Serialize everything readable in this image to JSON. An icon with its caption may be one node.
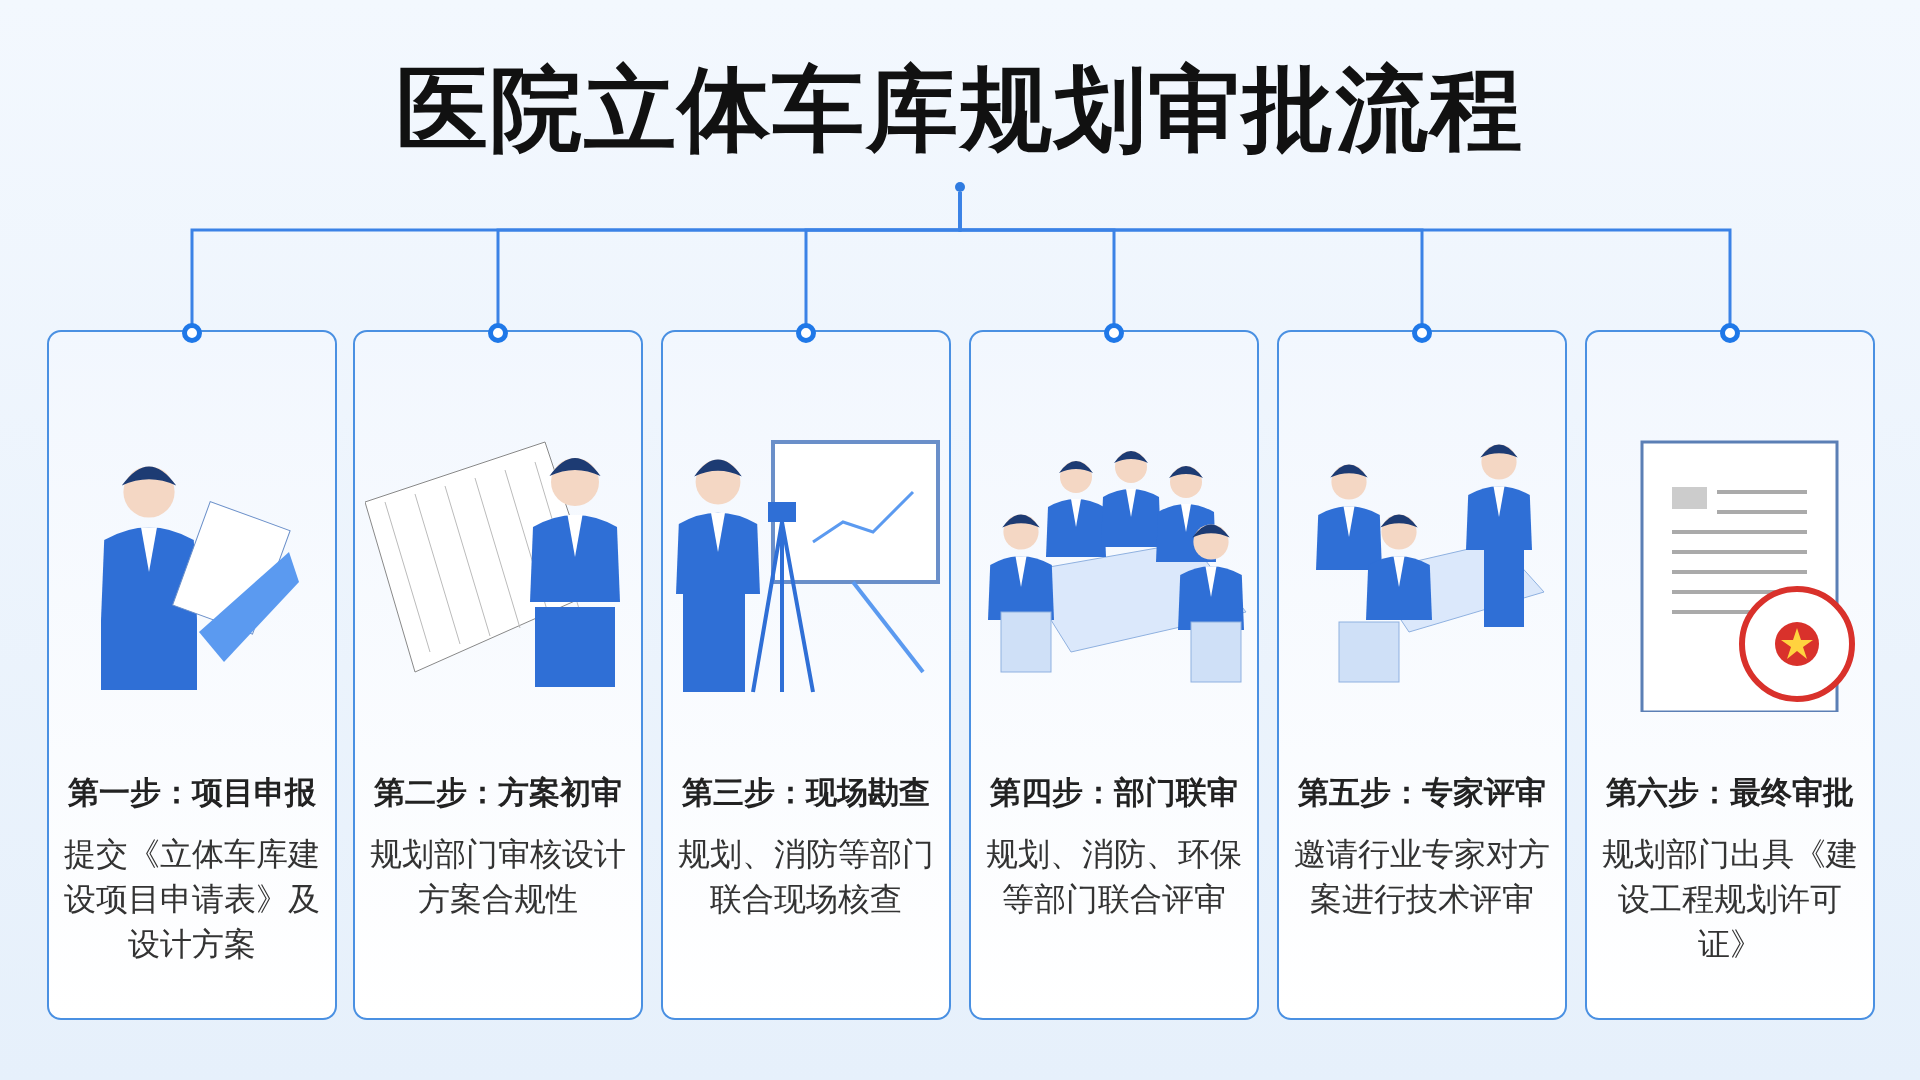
{
  "diagram": {
    "title": "医院立体车库规划审批流程",
    "nodes": [
      {
        "text": [],
        "shape": "circle"
      },
      {
        "text": [
          "第一步：项目申报",
          "提交《立体车库建设项目申请表》及设计方案"
        ]
      },
      {
        "text": [
          "第二步：方案初审",
          "规划部门审核设计方案合规性"
        ]
      },
      {
        "text": [
          "第三步：现场勘查",
          "规划、消防等部门联合现场核查"
        ]
      },
      {
        "text": [
          "第四步：部门联审",
          "规划、消防、环保等部门联合评审"
        ]
      },
      {
        "text": [
          "第五步：专家评审",
          "邀请行业专家对方案进行技术评审"
        ]
      },
      {
        "text": [
          "第六步：最终审批",
          "规划部门出具《建设工程规划许可证》"
        ]
      }
    ],
    "edges": [
      {
        "from": 0,
        "to": 1,
        "arrow": "other"
      },
      {
        "from": 0,
        "to": 2,
        "arrow": "other"
      },
      {
        "from": 0,
        "to": 3,
        "arrow": "other"
      },
      {
        "from": 0,
        "to": 4,
        "arrow": "other"
      },
      {
        "from": 0,
        "to": 5,
        "arrow": "other"
      },
      {
        "from": 0,
        "to": 6,
        "arrow": "other"
      }
    ]
  }
}
